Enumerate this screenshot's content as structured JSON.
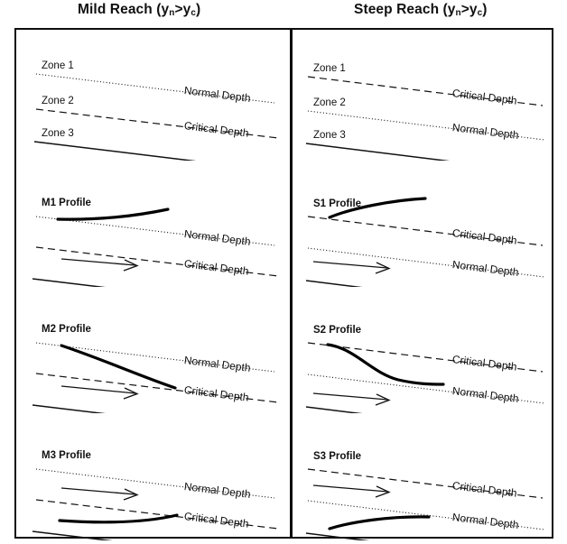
{
  "titles": {
    "mild": {
      "text": "Mild Reach (y",
      "sub1": "n",
      "mid": ">y",
      "sub2": "c",
      "end": ")"
    },
    "steep": {
      "text": "Steep Reach (y",
      "sub1": "n",
      "mid": ">y",
      "sub2": "c",
      "end": ")"
    }
  },
  "labels": {
    "zone1": "Zone 1",
    "zone2": "Zone 2",
    "zone3": "Zone 3",
    "normal_depth": "Normal Depth",
    "critical_depth": "Critical Depth",
    "m1": "M1 Profile",
    "m2": "M2 Profile",
    "m3": "M3 Profile",
    "s1": "S1 Profile",
    "s2": "S2 Profile",
    "s3": "S3 Profile"
  },
  "colors": {
    "line": "#111111",
    "border": "#0d0d0d",
    "background": "#ffffff",
    "profile": "#000000"
  },
  "chart_data": {
    "type": "line",
    "title": "Gradually Varied Flow Water Surface Profiles",
    "columns": [
      {
        "name": "Mild Reach",
        "condition": "yn>yc",
        "panels": [
          {
            "id": "mild-zones",
            "kind": "zone-definition",
            "lines": [
              {
                "name": "Normal Depth",
                "style": "dotted",
                "order": 1
              },
              {
                "name": "Critical Depth",
                "style": "dashed",
                "order": 2
              },
              {
                "name": "Channel Bed",
                "style": "solid",
                "order": 3
              }
            ],
            "zones": [
              "Zone 1",
              "Zone 2",
              "Zone 3"
            ],
            "flow_arrow": false
          },
          {
            "id": "m1",
            "kind": "profile",
            "label": "M1 Profile",
            "region": "Zone 1",
            "curve": "above normal depth, rising downstream, asymptotic to normal depth upstream",
            "flow_arrow": true
          },
          {
            "id": "m2",
            "kind": "profile",
            "label": "M2 Profile",
            "region": "Zone 2",
            "curve": "drawdown from normal depth to critical depth",
            "flow_arrow": true
          },
          {
            "id": "m3",
            "kind": "profile",
            "label": "M3 Profile",
            "region": "Zone 3",
            "curve": "below critical depth, rising toward critical depth",
            "flow_arrow": true
          }
        ]
      },
      {
        "name": "Steep Reach",
        "condition": "yn>yc",
        "panels": [
          {
            "id": "steep-zones",
            "kind": "zone-definition",
            "lines": [
              {
                "name": "Critical Depth",
                "style": "dashed",
                "order": 1
              },
              {
                "name": "Normal Depth",
                "style": "dotted",
                "order": 2
              },
              {
                "name": "Channel Bed",
                "style": "solid",
                "order": 3
              }
            ],
            "zones": [
              "Zone 1",
              "Zone 2",
              "Zone 3"
            ],
            "flow_arrow": false
          },
          {
            "id": "s1",
            "kind": "profile",
            "label": "S1 Profile",
            "region": "Zone 1",
            "curve": "rises from critical depth, flattening downstream",
            "flow_arrow": true
          },
          {
            "id": "s2",
            "kind": "profile",
            "label": "S2 Profile",
            "region": "Zone 2",
            "curve": "S-shaped drop from critical depth to normal depth",
            "flow_arrow": true
          },
          {
            "id": "s3",
            "kind": "profile",
            "label": "S3 Profile",
            "region": "Zone 3",
            "curve": "rises from channel bed toward normal depth",
            "flow_arrow": true
          }
        ]
      }
    ]
  }
}
